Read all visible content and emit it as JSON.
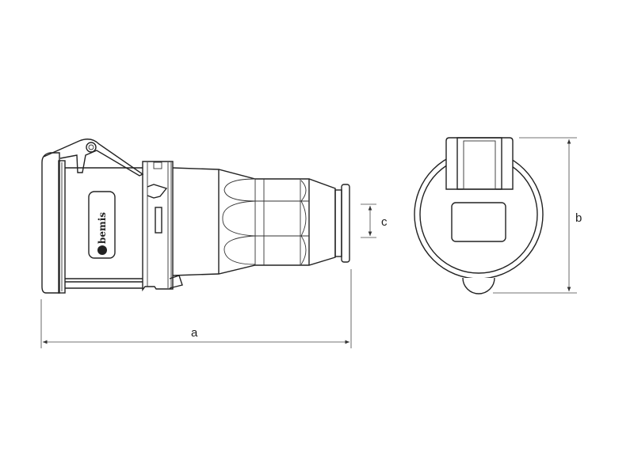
{
  "drawing": {
    "brand_logo": "bemis",
    "dimension_labels": {
      "a": "a",
      "b": "b",
      "c": "c"
    }
  }
}
